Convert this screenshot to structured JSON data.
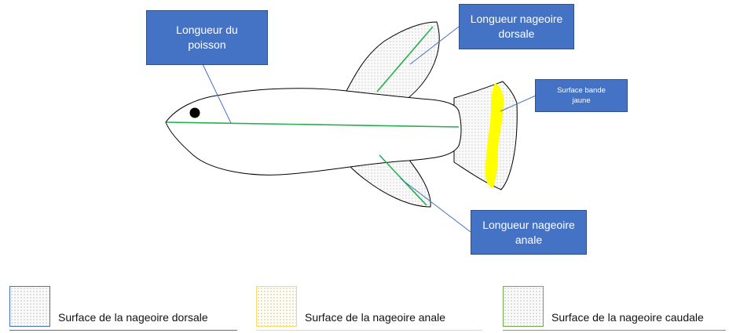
{
  "callouts": {
    "fish_length": "Longueur du poisson",
    "dorsal_fin_length": "Longueur nageoire dorsale",
    "yellow_band_area": "Surface bande jaune",
    "anal_fin_length": "Longueur nageoire anale"
  },
  "legend": {
    "dorsal": "Surface de la nageoire dorsale",
    "anal": "Surface de la nageoire anale",
    "caudal": "Surface de la nageoire caudale"
  },
  "colors": {
    "callout_fill": "#4472C4",
    "measure_line": "#22B14C",
    "yellow_band": "#FFFF00",
    "legend_dorsal_border": "#4472C4",
    "legend_anal_border": "#FFD966",
    "legend_caudal_border": "#70AD47"
  }
}
